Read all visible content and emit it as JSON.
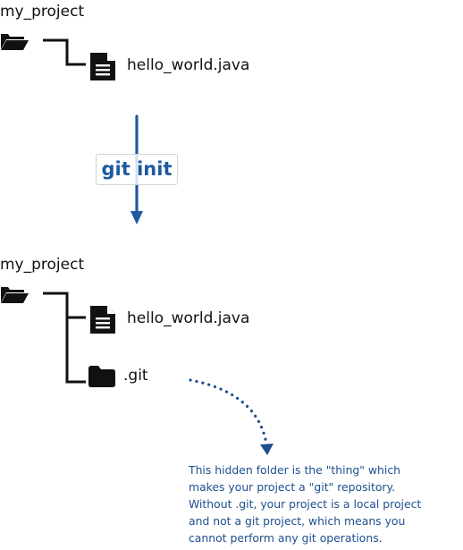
{
  "before": {
    "folder_name": "my_project",
    "file_name": "hello_world.java"
  },
  "command": "git init",
  "after": {
    "folder_name": "my_project",
    "file_name": "hello_world.java",
    "git_folder_name": ".git"
  },
  "note": {
    "lines": [
      "This hidden folder is the \"thing\" which",
      "makes your project a \"git\" repository.",
      "Without .git, your project is a local project",
      "and not a git project, which means you",
      "cannot perform any git operations."
    ]
  },
  "icons": {
    "folder_open": "open-folder-icon",
    "folder_closed": "folder-icon",
    "file": "document-icon"
  },
  "colors": {
    "text": "#111111",
    "accent_blue": "#1d5aa0",
    "note_blue": "#1d4f8f",
    "icon": "#111111"
  }
}
